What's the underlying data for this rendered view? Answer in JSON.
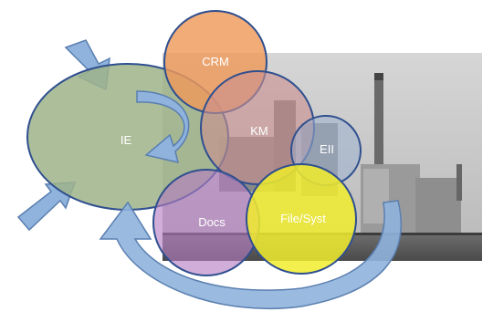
{
  "diagram": {
    "nodes": {
      "ie": {
        "label": "IE",
        "fill": "#9fb38a",
        "stroke": "#2f4f8f"
      },
      "crm": {
        "label": "CRM",
        "fill": "#ef9a5a",
        "stroke": "#2f4f8f"
      },
      "km": {
        "label": "KM",
        "fill": "#c98f8f",
        "stroke": "#2f4f8f"
      },
      "ei": {
        "label": "EII",
        "fill": "#9db0cf",
        "stroke": "#2f4f8f"
      },
      "docs": {
        "label": "Docs",
        "fill": "#b47cc2",
        "stroke": "#2f4f8f"
      },
      "filesyst": {
        "label": "File/Syst",
        "fill": "#f1ec2d",
        "stroke": "#2f4f8f"
      }
    },
    "arrow_color": "#8fb3dc",
    "arrow_stroke": "#5a7fb0",
    "background_photo": "industrial-plant-photo"
  }
}
